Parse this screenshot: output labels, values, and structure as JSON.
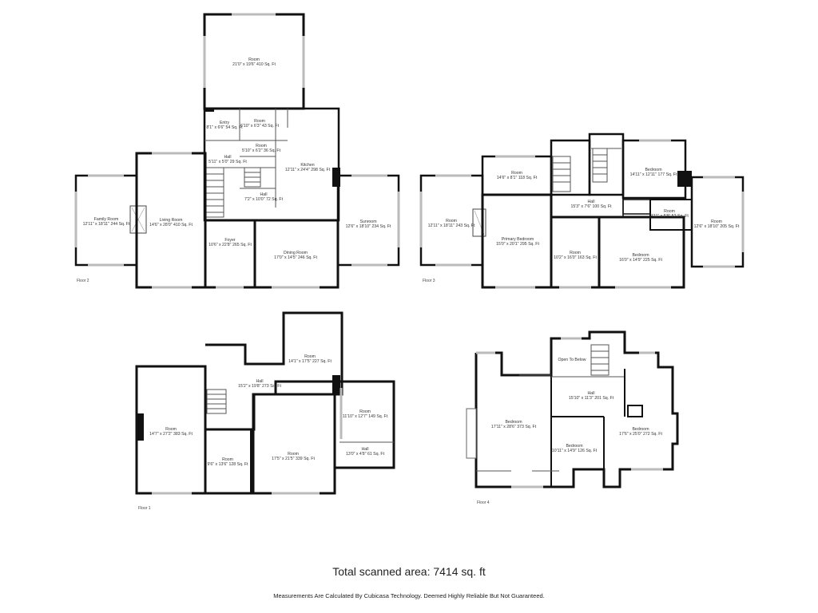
{
  "floors": {
    "floor2": {
      "label": "Floor 2",
      "rooms": {
        "room_top": [
          "Room",
          "21'0\" x 19'6\" 410 Sq. Ft"
        ],
        "entry": [
          "Entry",
          "8'1\" x 6'6\" 54 Sq. Ft"
        ],
        "room_small1": [
          "Room",
          "6'10\" x 6'3\" 43 Sq. Ft"
        ],
        "room_small2": [
          "Room",
          "5'10\" x 6'2\" 36 Sq. Ft"
        ],
        "hall1": [
          "Hall",
          "5'11\" x 5'0\" 29 Sq. Ft"
        ],
        "kitchen": [
          "Kitchen",
          "12'11\" x 24'4\" 298 Sq. Ft"
        ],
        "hall2": [
          "Hall",
          "7'2\" x 10'0\" 72 Sq. Ft"
        ],
        "family": [
          "Family Room",
          "12'11\" x 18'11\" 244 Sq. Ft"
        ],
        "living": [
          "Living Room",
          "14'6\" x 28'0\" 410 Sq. Ft"
        ],
        "foyer": [
          "Foyer",
          "10'6\" x 22'8\" 265 Sq. Ft"
        ],
        "dining": [
          "Dining Room",
          "17'0\" x 14'5\" 246 Sq. Ft"
        ],
        "sunroom": [
          "Sunroom",
          "12'6\" x 18'10\" 234 Sq. Ft"
        ]
      }
    },
    "floor3": {
      "label": "Floor 3",
      "rooms": {
        "room_a": [
          "Room",
          "14'6\" x 8'1\" 118 Sq. Ft"
        ],
        "bed1": [
          "Bedroom",
          "14'11\" x 12'11\" 177 Sq. Ft"
        ],
        "hall": [
          "Hall",
          "15'3\" x 7'6\" 100 Sq. Ft"
        ],
        "room_b": [
          "Room",
          "12'11\" x 18'11\" 243 Sq. Ft"
        ],
        "primary": [
          "Primary Bedroom",
          "15'0\" x 20'1\" 295 Sq. Ft"
        ],
        "room_c": [
          "Room",
          "9'11\" x 5'9\" 52 Sq. Ft"
        ],
        "room_d": [
          "Room",
          "12'6\" x 18'10\" 205 Sq. Ft"
        ],
        "room_e": [
          "Room",
          "10'2\" x 16'0\" 163 Sq. Ft"
        ],
        "bed2": [
          "Bedroom",
          "16'0\" x 14'9\" 225 Sq. Ft"
        ]
      }
    },
    "floor1": {
      "label": "Floor 1",
      "rooms": {
        "room_a": [
          "Room",
          "14'1\" x 17'5\" 227 Sq. Ft"
        ],
        "hall": [
          "Hall",
          "15'2\" x 19'8\" 273 Sq. Ft"
        ],
        "room_b": [
          "Room",
          "14'7\" x 27'2\" 383 Sq. Ft"
        ],
        "room_c": [
          "Room",
          "11'10\" x 12'7\" 149 Sq. Ft"
        ],
        "hall2": [
          "Hall",
          "13'0\" x 4'8\" 61 Sq. Ft"
        ],
        "room_d": [
          "Room",
          "17'5\" x 21'5\" 339 Sq. Ft"
        ],
        "room_e": [
          "Room",
          "9'6\" x 13'6\" 128 Sq. Ft"
        ]
      }
    },
    "floor4": {
      "label": "Floor 4",
      "rooms": {
        "open": [
          "Open To Below",
          ""
        ],
        "hall": [
          "Hall",
          "15'10\" x 11'3\" 201 Sq. Ft"
        ],
        "bed_a": [
          "Bedroom",
          "17'11\" x 28'6\" 373 Sq. Ft"
        ],
        "bed_b": [
          "Bedroom",
          "17'6\" x 25'0\" 272 Sq. Ft"
        ],
        "bed_c": [
          "Bedroom",
          "10'11\" x 14'9\" 126 Sq. Ft"
        ]
      }
    }
  },
  "total": "Total scanned area: 7414 sq. ft",
  "disclaimer": "Measurements Are Calculated By Cubicasa Technology. Deemed Highly Reliable But Not Guaranteed."
}
